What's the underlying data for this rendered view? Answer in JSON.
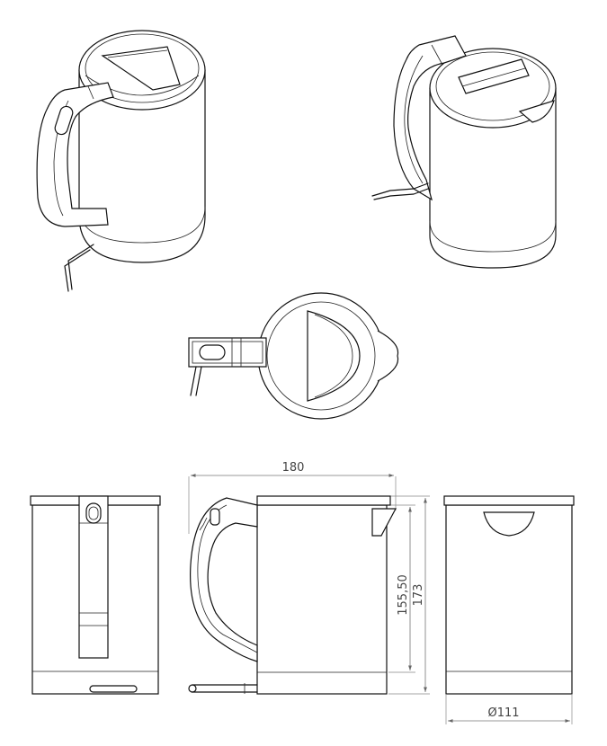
{
  "dimensions": {
    "width_label": "180",
    "height_inner_label": "155,50",
    "height_total_label": "173",
    "diameter_label": "Ø111"
  }
}
